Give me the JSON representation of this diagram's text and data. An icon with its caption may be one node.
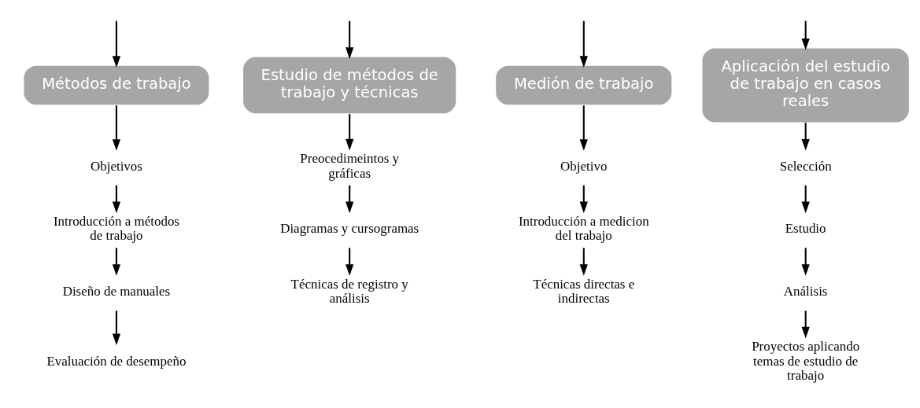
{
  "diagram": {
    "nodes": [
      {
        "text": [
          "Métodos de trabajo"
        ]
      },
      {
        "text": [
          "Objetivos"
        ]
      },
      {
        "text": [
          "Introducción a métodos de trabajo"
        ]
      },
      {
        "text": [
          "Diseño de manuales"
        ]
      },
      {
        "text": [
          "Evaluación de desempeño"
        ]
      },
      {
        "text": [
          "Estudio de métodos de trabajo y técnicas"
        ]
      },
      {
        "text": [
          "Preocedimeintos y gráficas"
        ]
      },
      {
        "text": [
          "Diagramas y cursogramas"
        ]
      },
      {
        "text": [
          "Técnicas de registro y análisis"
        ]
      },
      {
        "text": [
          "Medión de trabajo"
        ]
      },
      {
        "text": [
          "Objetivo"
        ]
      },
      {
        "text": [
          "Introducción a medicion del trabajo"
        ]
      },
      {
        "text": [
          "Técnicas directas e indirectas"
        ]
      },
      {
        "text": [
          "Aplicación del estudio de trabajo en casos reales"
        ]
      },
      {
        "text": [
          "Selección"
        ]
      },
      {
        "text": [
          "Estudio"
        ]
      },
      {
        "text": [
          "Análisis"
        ]
      },
      {
        "text": [
          "Proyectos aplicando temas de estudio de trabajo"
        ]
      }
    ],
    "edges": [
      {
        "from": null,
        "to": 0,
        "arrow": "to"
      },
      {
        "from": null,
        "to": 5,
        "arrow": "to"
      },
      {
        "from": null,
        "to": 9,
        "arrow": "to"
      },
      {
        "from": null,
        "to": 13,
        "arrow": "to"
      },
      {
        "from": 0,
        "to": 1,
        "arrow": "to"
      },
      {
        "from": 1,
        "to": 2,
        "arrow": "to"
      },
      {
        "from": 2,
        "to": 3,
        "arrow": "to"
      },
      {
        "from": 3,
        "to": 4,
        "arrow": "to"
      },
      {
        "from": 5,
        "to": 6,
        "arrow": "to"
      },
      {
        "from": 6,
        "to": 7,
        "arrow": "to"
      },
      {
        "from": 7,
        "to": 8,
        "arrow": "to"
      },
      {
        "from": 9,
        "to": 10,
        "arrow": "to"
      },
      {
        "from": 10,
        "to": 11,
        "arrow": "to"
      },
      {
        "from": 11,
        "to": 12,
        "arrow": "to"
      },
      {
        "from": 13,
        "to": 14,
        "arrow": "to"
      },
      {
        "from": 14,
        "to": 15,
        "arrow": "to"
      },
      {
        "from": 15,
        "to": 16,
        "arrow": "to"
      },
      {
        "from": 16,
        "to": 17,
        "arrow": "to"
      }
    ]
  }
}
